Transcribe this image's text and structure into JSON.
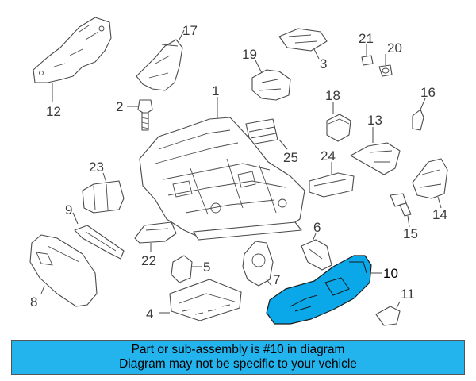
{
  "colors": {
    "highlight": "#0aa8e8",
    "banner_background": "#23b4ee",
    "line": "#4a4a4a"
  },
  "highlighted_part": "10",
  "callouts": [
    {
      "id": "1",
      "label": "1"
    },
    {
      "id": "2",
      "label": "2"
    },
    {
      "id": "3",
      "label": "3"
    },
    {
      "id": "4",
      "label": "4"
    },
    {
      "id": "5",
      "label": "5"
    },
    {
      "id": "6",
      "label": "6"
    },
    {
      "id": "7",
      "label": "7"
    },
    {
      "id": "8",
      "label": "8"
    },
    {
      "id": "9",
      "label": "9"
    },
    {
      "id": "10",
      "label": "10"
    },
    {
      "id": "11",
      "label": "11"
    },
    {
      "id": "12",
      "label": "12"
    },
    {
      "id": "13",
      "label": "13"
    },
    {
      "id": "14",
      "label": "14"
    },
    {
      "id": "15",
      "label": "15"
    },
    {
      "id": "16",
      "label": "16"
    },
    {
      "id": "17",
      "label": "17"
    },
    {
      "id": "18",
      "label": "18"
    },
    {
      "id": "19",
      "label": "19"
    },
    {
      "id": "20",
      "label": "20"
    },
    {
      "id": "21",
      "label": "21"
    },
    {
      "id": "22",
      "label": "22"
    },
    {
      "id": "23",
      "label": "23"
    },
    {
      "id": "24",
      "label": "24"
    },
    {
      "id": "25",
      "label": "25"
    }
  ],
  "banner": {
    "line1": "Part or sub-assembly is #10 in diagram",
    "line2": "Diagram may not be specific to your vehicle"
  }
}
